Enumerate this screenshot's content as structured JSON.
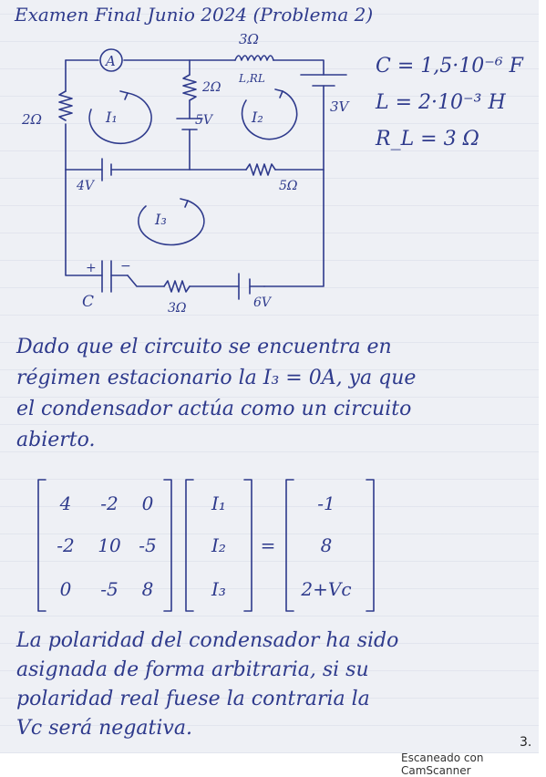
{
  "title": "Examen Final Junio 2024 (Problema 2)",
  "constants": {
    "c": "C = 1,5·10⁻⁶ F",
    "l": "L = 2·10⁻³ H",
    "rl": "R_L = 3 Ω"
  },
  "circuit": {
    "ammeter": "A",
    "r_top": "3Ω",
    "l_rl": "L,RL",
    "r_middle": "2Ω",
    "r_left": "2Ω",
    "src_5v": "5V",
    "src_3v": "3V",
    "src_4v": "4V",
    "r_5": "5Ω",
    "r_bottom": "3Ω",
    "src_6v": "6V",
    "cap": "C",
    "plus": "+",
    "minus": "−",
    "i1": "I₁",
    "i2": "I₂",
    "i3": "I₃"
  },
  "explanation_lines": [
    "Dado que el circuito se encuentra en",
    "régimen estacionario la I₃ = 0A, ya que",
    "el condensador actúa como un circuito",
    "abierto."
  ],
  "matrix": {
    "rows": [
      [
        "4",
        "-2",
        "0"
      ],
      [
        "-2",
        "10",
        "-5"
      ],
      [
        "0",
        "-5",
        "8"
      ]
    ],
    "vector": [
      "I₁",
      "I₂",
      "I₃"
    ],
    "equals": "=",
    "rhs": [
      "-1",
      "8",
      "2+Vc"
    ]
  },
  "polarity_lines": [
    "La polaridad del condensador ha sido",
    "asignada de forma arbitraria, si su",
    "polaridad real fuese la contraria la",
    "Vc será negativa."
  ],
  "page_number": "3.",
  "footer": "Escaneado con CamScanner"
}
